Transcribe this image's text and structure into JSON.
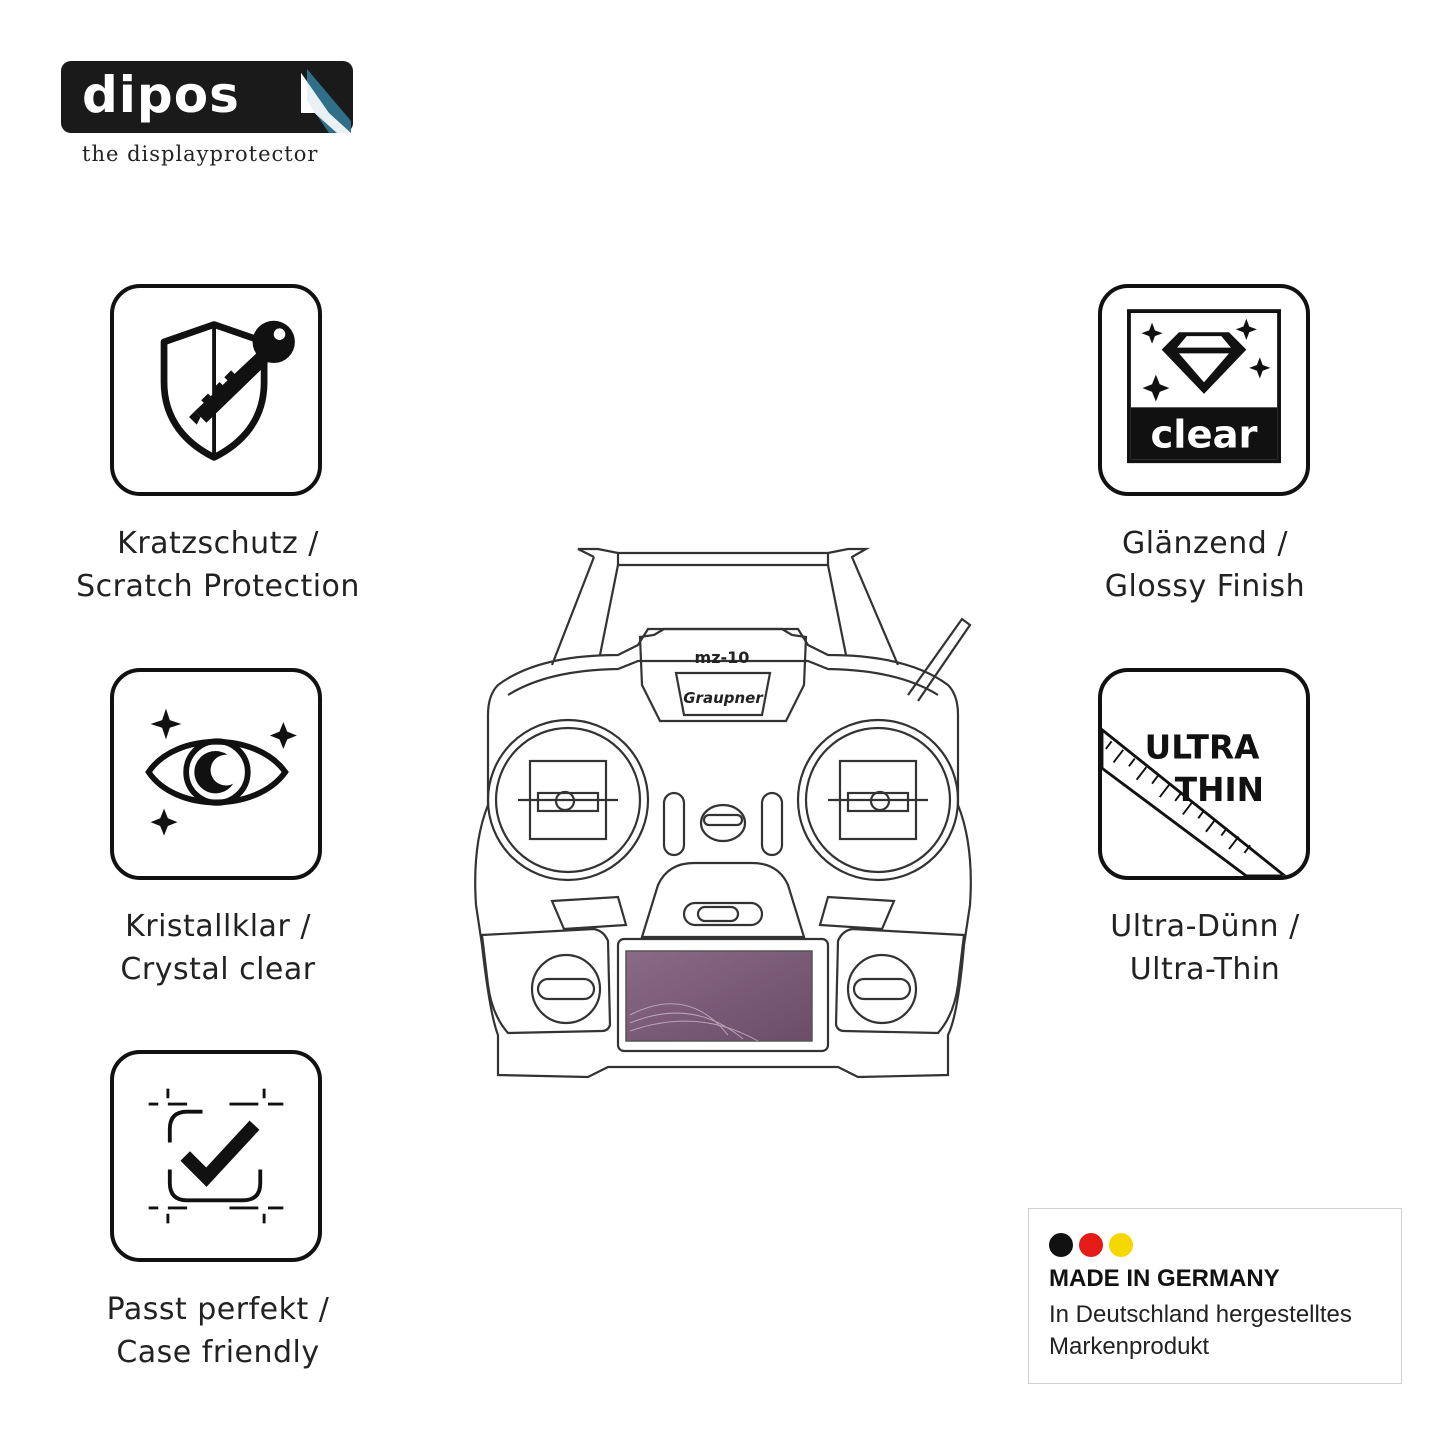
{
  "brand": {
    "name": "dipos",
    "tagline": "the displayprotector"
  },
  "features": [
    {
      "icon": "shield-key-icon",
      "line1": "Kratzschutz /",
      "line2": "Scratch Protection"
    },
    {
      "icon": "eye-sparkle-icon",
      "line1": "Kristallklar /",
      "line2": "Crystal clear"
    },
    {
      "icon": "frame-check-icon",
      "line1": "Passt perfekt /",
      "line2": "Case friendly"
    },
    {
      "icon": "diamond-clear-icon",
      "badge": "clear",
      "line1": "Glänzend /",
      "line2": "Glossy Finish"
    },
    {
      "icon": "ultra-thin-icon",
      "badge_line1": "ULTRA",
      "badge_line2": "THIN",
      "line1": "Ultra-Dünn /",
      "line2": "Ultra-Thin"
    }
  ],
  "device": {
    "model": "mz-10",
    "maker": "Graupner",
    "screen_color": "#8a6a86"
  },
  "germany": {
    "title": "MADE IN GERMANY",
    "subtitle": "In Deutschland hergestelltes Markenprodukt",
    "flag_colors": [
      "#111111",
      "#e41b17",
      "#f5d800"
    ]
  }
}
